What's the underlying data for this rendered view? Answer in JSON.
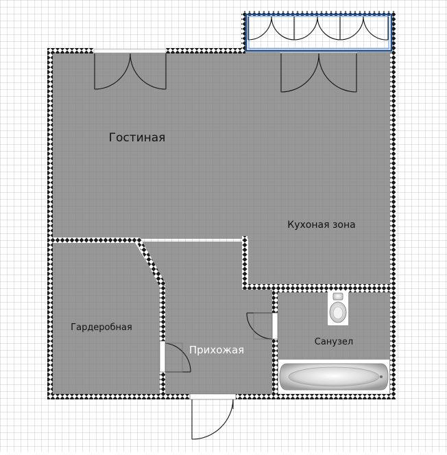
{
  "rooms": {
    "living": "Гостиная",
    "kitchen": "Кухоная зона",
    "wardrobe": "Гардеробная",
    "hallway": "Прихожая",
    "bathroom": "Санузел"
  },
  "colors": {
    "background": "#ffffff",
    "grid": "#b9b9b9",
    "floor": "#979797",
    "wall_dark": "#1a1a1a",
    "wall_light": "#ffffff",
    "balcony_frame": "#1f4e8c"
  },
  "icons": {
    "toilet": "toilet-icon",
    "bathtub": "bathtub-icon",
    "door": "door-icon",
    "window": "window-icon"
  }
}
